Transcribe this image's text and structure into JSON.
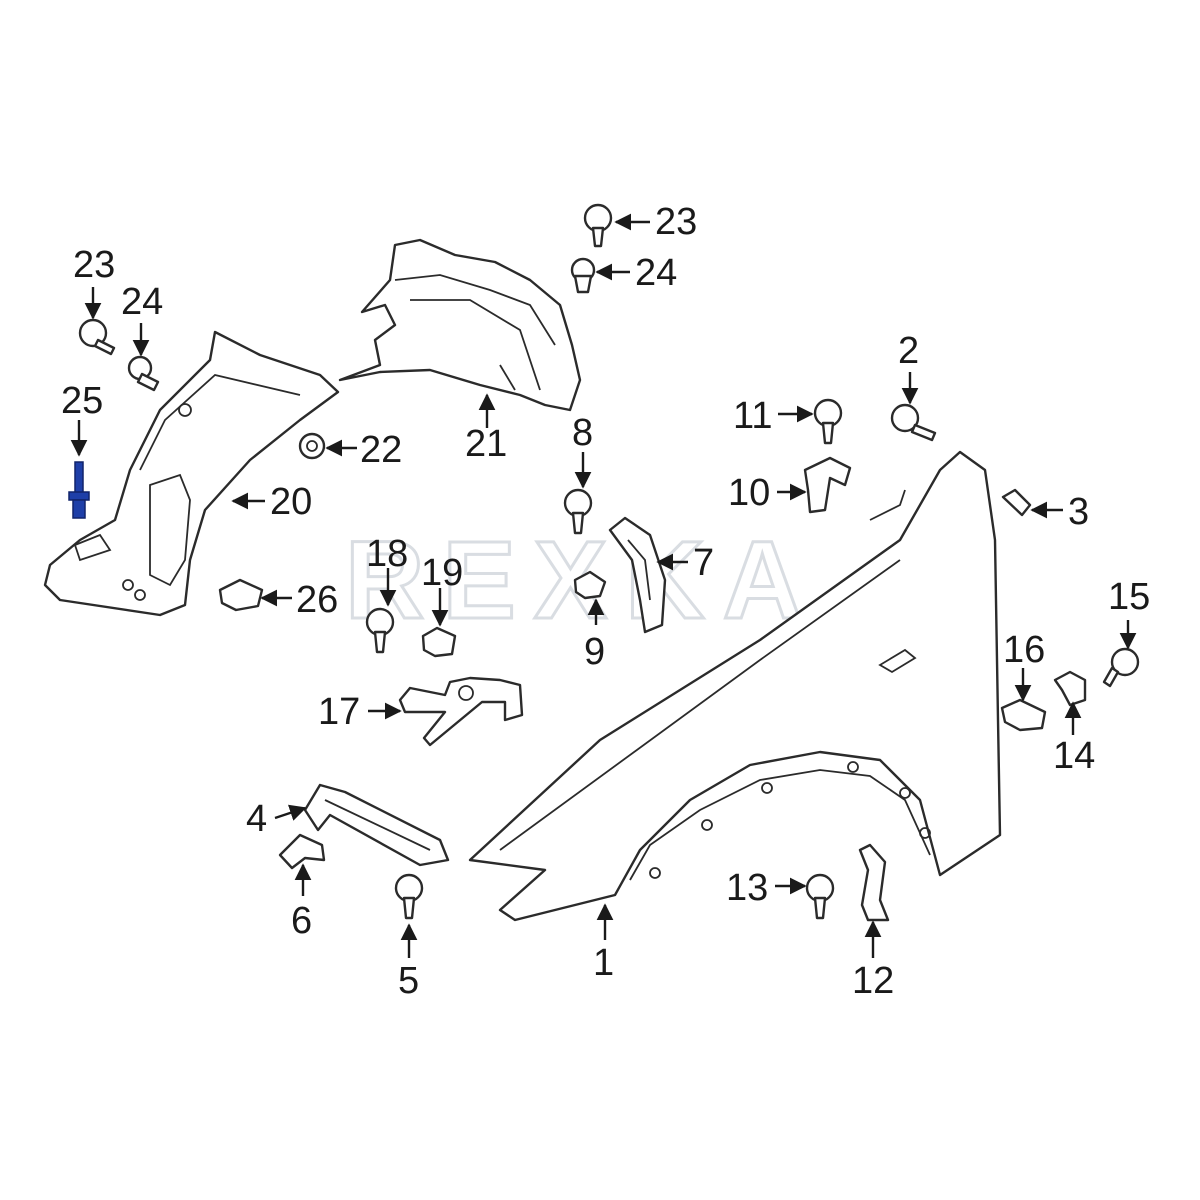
{
  "watermark": "REXKA",
  "colors": {
    "highlight": "#1e3fa8",
    "line": "#2b2b2b"
  },
  "callouts": [
    {
      "id": "c1",
      "label": "1"
    },
    {
      "id": "c2",
      "label": "2"
    },
    {
      "id": "c3",
      "label": "3"
    },
    {
      "id": "c4",
      "label": "4"
    },
    {
      "id": "c5",
      "label": "5"
    },
    {
      "id": "c6",
      "label": "6"
    },
    {
      "id": "c7",
      "label": "7"
    },
    {
      "id": "c8",
      "label": "8"
    },
    {
      "id": "c9",
      "label": "9"
    },
    {
      "id": "c10",
      "label": "10"
    },
    {
      "id": "c11",
      "label": "11"
    },
    {
      "id": "c12",
      "label": "12"
    },
    {
      "id": "c13",
      "label": "13"
    },
    {
      "id": "c14",
      "label": "14"
    },
    {
      "id": "c15",
      "label": "15"
    },
    {
      "id": "c16",
      "label": "16"
    },
    {
      "id": "c17",
      "label": "17"
    },
    {
      "id": "c18",
      "label": "18"
    },
    {
      "id": "c19",
      "label": "19"
    },
    {
      "id": "c20",
      "label": "20"
    },
    {
      "id": "c21",
      "label": "21"
    },
    {
      "id": "c22",
      "label": "22"
    },
    {
      "id": "c23a",
      "label": "23"
    },
    {
      "id": "c24a",
      "label": "24"
    },
    {
      "id": "c23b",
      "label": "23"
    },
    {
      "id": "c24b",
      "label": "24"
    },
    {
      "id": "c25",
      "label": "25"
    },
    {
      "id": "c26",
      "label": "26"
    }
  ]
}
